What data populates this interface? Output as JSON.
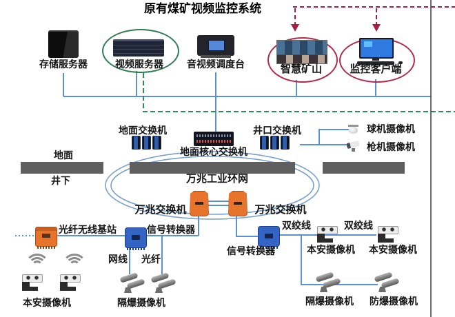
{
  "title": "原有煤矿视频监控系统",
  "colors": {
    "line_blue": "#5b8fd6",
    "ring_blue": "#7aa0cc",
    "dashed_green": "#2e8b57",
    "dashed_red": "#a51f3f",
    "ellipse_red": "#b02a4c",
    "ellipse_green": "#2e7d52",
    "divider_gray": "#5f5f5f",
    "device_orange": "#e8742c",
    "device_blue": "#3565c4"
  },
  "surface_section": {
    "storage_server": "存储服务器",
    "video_server": "视频服务器",
    "av_console": "音视频调度台",
    "smart_mine": "智慧矿山",
    "monitor_client": "监控客户端",
    "ground_switch": "地面交换机",
    "core_switch": "地面核心交换机",
    "wellhead_switch": "井口交换机",
    "dome_camera": "球机摄像机",
    "bullet_camera": "枪机摄像机",
    "surface_label": "地面",
    "underground_label": "井下"
  },
  "ring": {
    "name": "万兆工业环网",
    "switch_left": "万兆交换机",
    "switch_right": "万兆交换机"
  },
  "underground_left": {
    "fiber_wireless_base": "光纤无线基站",
    "signal_converter": "信号转换器",
    "net_cable": "网线",
    "fiber": "光纤",
    "intrinsically_safe_camera": "本安摄像机",
    "flameproof_camera": "隔爆摄像机"
  },
  "underground_right": {
    "signal_converter": "信号转换器",
    "twisted_pair_left": "双绞线",
    "twisted_pair_right": "双绞线",
    "intrinsically_safe_camera_1": "本安摄像机",
    "intrinsically_safe_camera_2": "本安摄像机",
    "flameproof_camera": "隔爆摄像机",
    "explosionproof_camera": "防爆摄像机"
  }
}
